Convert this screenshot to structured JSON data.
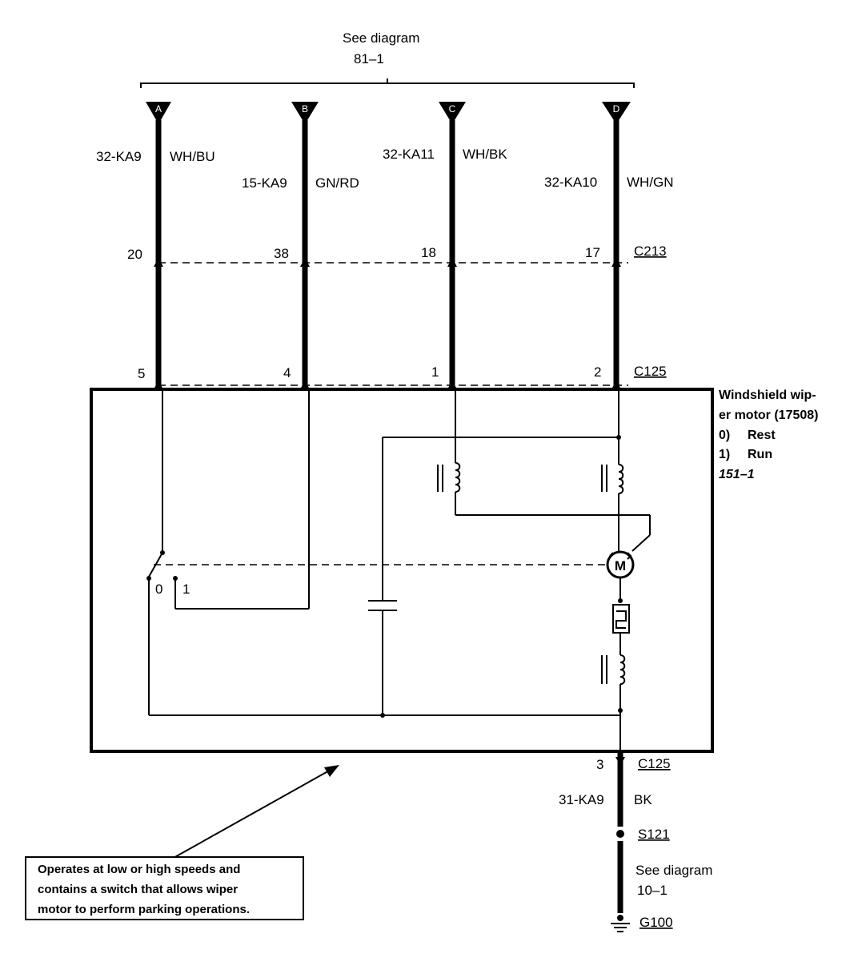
{
  "header": {
    "see_diagram_line1": "See diagram",
    "see_diagram_line2": "81–1"
  },
  "connectors": {
    "A": {
      "letter": "A",
      "circuit": "32-KA9",
      "color": "WH/BU",
      "c213_pin": "20",
      "c125_pin": "5"
    },
    "B": {
      "letter": "B",
      "circuit": "15-KA9",
      "color": "GN/RD",
      "c213_pin": "38",
      "c125_pin": "4"
    },
    "C": {
      "letter": "C",
      "circuit": "32-KA11",
      "color": "WH/BK",
      "c213_pin": "18",
      "c125_pin": "1"
    },
    "D": {
      "letter": "D",
      "circuit": "32-KA10",
      "color": "WH/GN",
      "c213_pin": "17",
      "c125_pin": "2"
    }
  },
  "connector_labels": {
    "c213": "C213",
    "c125_top": "C125",
    "c125_bottom": "C125"
  },
  "component": {
    "name_line1": "Windshield wip-",
    "name_line2": "er motor (17508)",
    "state0_num": "0)",
    "state0_label": "Rest",
    "state1_num": "1)",
    "state1_label": "Run",
    "ref": "151–1"
  },
  "switch": {
    "pos0": "0",
    "pos1": "1"
  },
  "motor_symbol": "M",
  "ground_circuit": {
    "pin": "3",
    "circuit": "31-KA9",
    "color": "BK",
    "splice": "S121",
    "see_line1": "See diagram",
    "see_line2": "10–1",
    "ground": "G100"
  },
  "note": {
    "line1": "Operates at low or high speeds and",
    "line2": "contains a switch that allows wiper",
    "line3": "motor to perform parking operations."
  }
}
